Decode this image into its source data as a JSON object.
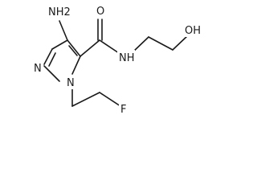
{
  "molecule": {
    "labels": {
      "amino": "NH2",
      "carbonyl_oxygen": "O",
      "amide_nh": "NH",
      "hydroxyl": "OH",
      "ring_n2": "N",
      "ring_n1": "N",
      "fluorine": "F"
    }
  }
}
